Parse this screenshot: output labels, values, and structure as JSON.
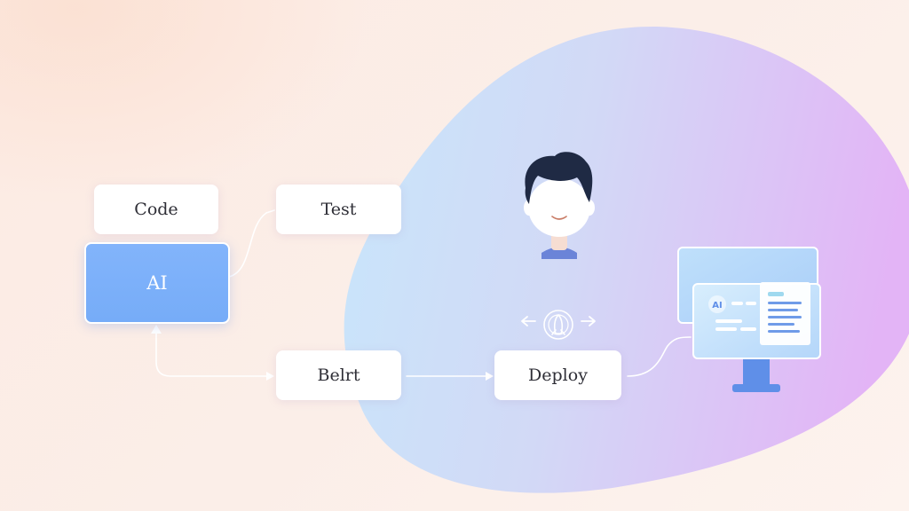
{
  "colors": {
    "blob_start": "#c9e6fb",
    "blob_mid": "#d3d6f6",
    "blob_end": "#e4b6f6",
    "ai_fill": "#7aaef9",
    "connector": "#ffffff",
    "monitor_accent": "#5f8fe8"
  },
  "nodes": {
    "code": "Code",
    "test": "Test",
    "ai": "AI",
    "belrt": "Belrt",
    "deploy": "Deploy"
  },
  "monitor": {
    "badge": "AI"
  },
  "icons": [
    "person-avatar-icon",
    "rocket-emblem-icon",
    "swap-arrows-icon",
    "computer-monitor-icon"
  ]
}
